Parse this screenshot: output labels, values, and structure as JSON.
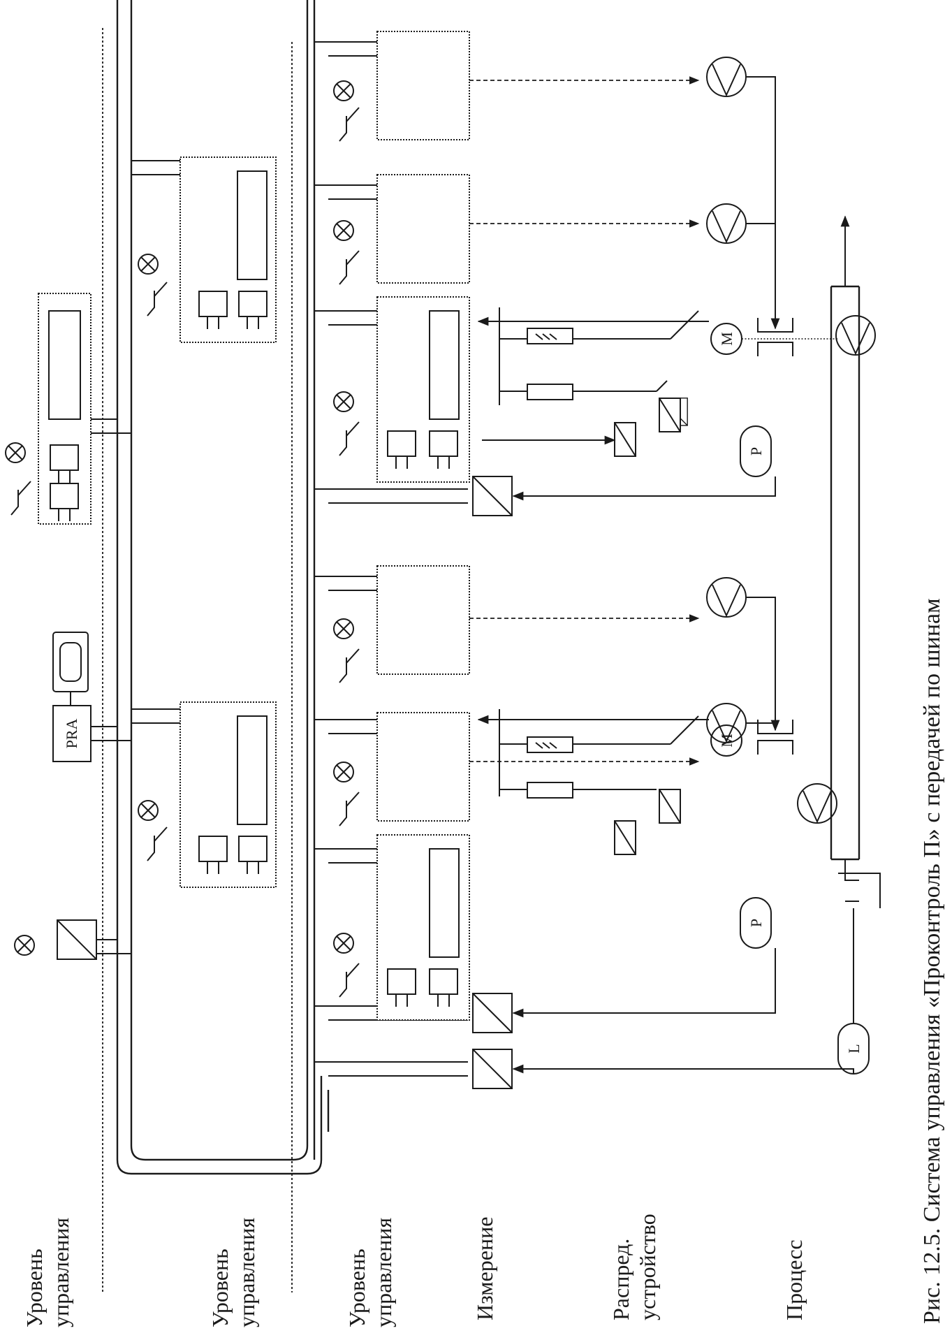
{
  "labels": {
    "level1": [
      "Уровень",
      "управления"
    ],
    "level2": [
      "Уровень",
      "управления"
    ],
    "level3": [
      "Уровень",
      "управления"
    ],
    "measurement": "Измерение",
    "switchgear": [
      "Распред.",
      "устройство"
    ],
    "process": "Процесс",
    "caption": "Рис. 12.5. Система управления «Проконтроль П» с передачей по шинам"
  },
  "devices": {
    "pra": "PRA",
    "motor": "M",
    "pressure": "P",
    "level": "L"
  }
}
